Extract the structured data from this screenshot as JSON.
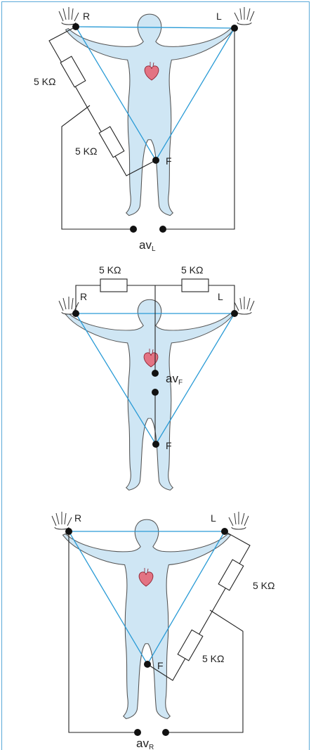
{
  "colors": {
    "body": "#cfe6f4",
    "triangle": "#2a9bd6",
    "wire": "#222222",
    "frame": "#5aa9d8",
    "heart": "#c0394b"
  },
  "panels": [
    {
      "lead_main": "av",
      "lead_sub": "L",
      "electrodes": {
        "right": "R",
        "left": "L",
        "foot": "F"
      },
      "resistors": [
        "5 KΩ",
        "5 KΩ"
      ]
    },
    {
      "lead_main": "av",
      "lead_sub": "F",
      "electrodes": {
        "right": "R",
        "left": "L",
        "foot": "F"
      },
      "resistors": [
        "5 KΩ",
        "5 KΩ"
      ]
    },
    {
      "lead_main": "av",
      "lead_sub": "R",
      "electrodes": {
        "right": "R",
        "left": "L",
        "foot": "F"
      },
      "resistors": [
        "5 KΩ",
        "5 KΩ"
      ]
    }
  ],
  "icons": [
    "human-body-icon",
    "heart-icon",
    "hand-icon"
  ]
}
